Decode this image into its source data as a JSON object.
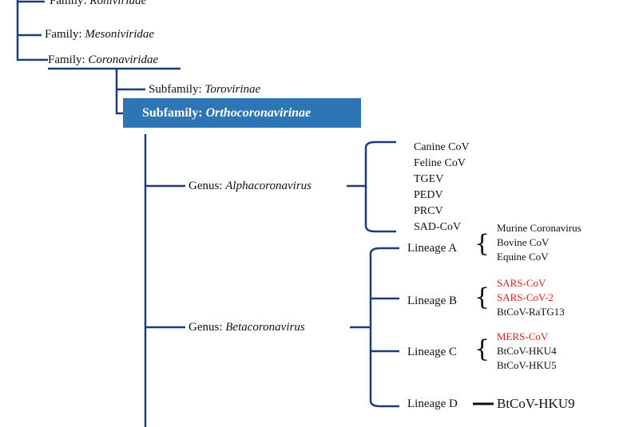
{
  "families": [
    {
      "prefix": "Family: ",
      "name": "Roniviridae"
    },
    {
      "prefix": "Family: ",
      "name": "Mesoniviridae"
    },
    {
      "prefix": "Family: ",
      "name": "Coronaviridae"
    }
  ],
  "subfamilies": [
    {
      "prefix": "Subfamily: ",
      "name": "Torovirinae"
    },
    {
      "prefix": "Subfamily: ",
      "name": "Orthocoronavirinae"
    }
  ],
  "genera": [
    {
      "prefix": "Genus: ",
      "name": "Alphacoronavirus"
    },
    {
      "prefix": "Genus: ",
      "name": "Betacoronavirus"
    }
  ],
  "alpha_species": [
    "Canine CoV",
    "Feline CoV",
    "TGEV",
    "PEDV",
    "PRCV",
    "SAD-CoV"
  ],
  "lineages": [
    {
      "label": "Lineage A",
      "members": [
        "Murine Coronavirus",
        "Bovine CoV",
        "Equine CoV"
      ]
    },
    {
      "label": "Lineage B",
      "members": [
        "SARS-CoV",
        "SARS-CoV-2",
        "BtCoV-RaTG13"
      ]
    },
    {
      "label": "Lineage C",
      "members": [
        "MERS-CoV",
        "BtCoV-HKU4",
        "BtCoV-HKU5"
      ]
    },
    {
      "label": "Lineage D",
      "members": [
        "BtCoV-HKU9"
      ]
    }
  ],
  "colors": {
    "line": "#1f3d7a",
    "box": "#2e75b6",
    "highlight": "#e0201b"
  }
}
